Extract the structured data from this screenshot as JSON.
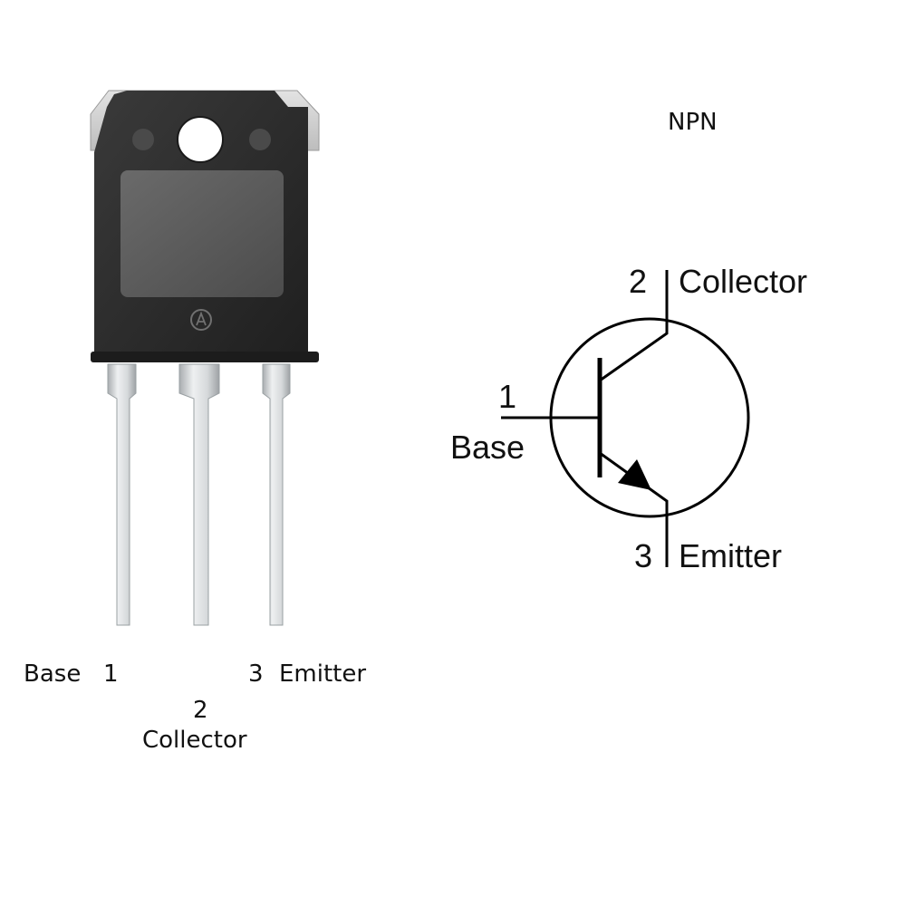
{
  "package_photo": {
    "labels": {
      "base_name": "Base",
      "base_num": "1",
      "collector_num": "2",
      "collector_name": "Collector",
      "emitter_num": "3",
      "emitter_name": "Emitter"
    },
    "colors": {
      "body": "#2b2b2b",
      "tab": "#d4d4d4",
      "die_pad": "#5b5b5b",
      "lead": "#cfd2d4"
    }
  },
  "symbol": {
    "type_label": "NPN",
    "pin_collector": {
      "num": "2",
      "name": "Collector"
    },
    "pin_base": {
      "num": "1",
      "name": "Base"
    },
    "pin_emitter": {
      "num": "3",
      "name": "Emitter"
    },
    "colors": {
      "stroke": "#000000"
    }
  }
}
